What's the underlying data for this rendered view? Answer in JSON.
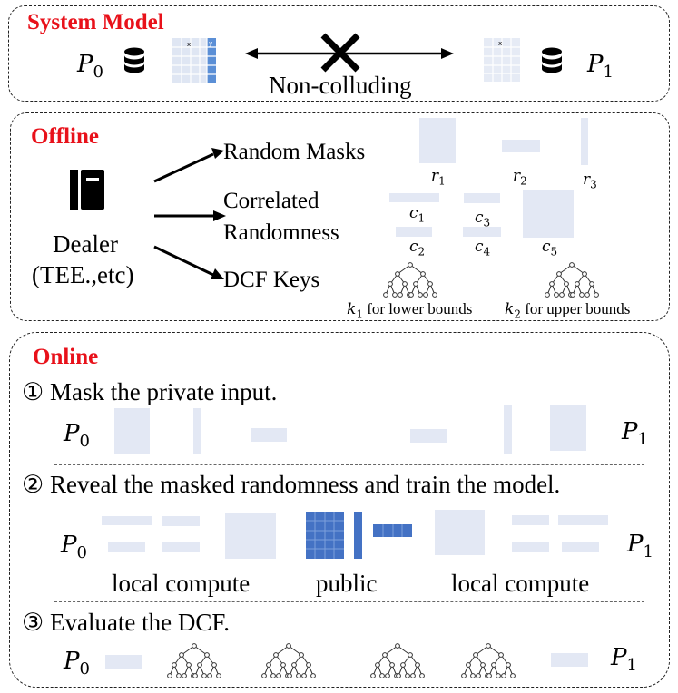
{
  "system_model": {
    "title": "System Model",
    "party0": "P",
    "party0_sub": "0",
    "party1": "P",
    "party1_sub": "1",
    "relation": "Non-colluding",
    "icons": [
      "database-icon",
      "data-table-icon",
      "cross-icon"
    ]
  },
  "offline": {
    "title": "Offline",
    "dealer_label": "Dealer",
    "dealer_note": "(TEE.,etc)",
    "outputs": [
      "Random Masks",
      "Correlated",
      "Randomness",
      "DCF Keys"
    ],
    "masks": [
      {
        "sym": "r",
        "sub": "1"
      },
      {
        "sym": "r",
        "sub": "2"
      },
      {
        "sym": "r",
        "sub": "3"
      }
    ],
    "correlated": [
      {
        "sym": "c",
        "sub": "1"
      },
      {
        "sym": "c",
        "sub": "2"
      },
      {
        "sym": "c",
        "sub": "3"
      },
      {
        "sym": "c",
        "sub": "4"
      },
      {
        "sym": "c",
        "sub": "5"
      }
    ],
    "keys": [
      {
        "sym": "k",
        "sub": "1",
        "text": " for lower bounds"
      },
      {
        "sym": "k",
        "sub": "2",
        "text": " for upper bounds"
      }
    ]
  },
  "online": {
    "title": "Online",
    "steps": [
      {
        "num": "①",
        "text": "Mask the private input."
      },
      {
        "num": "②",
        "text": "Reveal the masked randomness and train the model."
      },
      {
        "num": "③",
        "text": "Evaluate the DCF."
      }
    ],
    "labels": {
      "local_left": "local compute",
      "public": "public",
      "local_right": "local compute"
    },
    "public_color": "#4472c4",
    "share_color": "#e3e8f4"
  }
}
